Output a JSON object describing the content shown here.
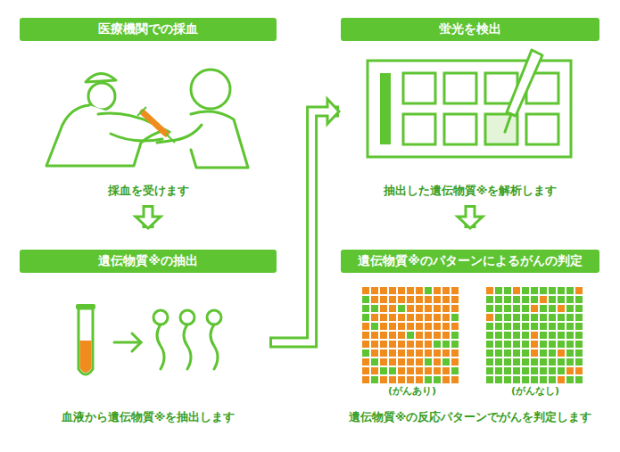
{
  "diagram": {
    "nodes": [
      {
        "text": [
          "医療機関での採血",
          "採血を受けます"
        ]
      },
      {
        "text": [
          "遺伝物質※の抽出",
          "血液から遺伝物質※を抽出します"
        ]
      },
      {
        "text": [
          "蛍光を検出",
          "抽出した遺伝物質※を解析します"
        ]
      },
      {
        "text": [
          "遺伝物質※のパターンによるがんの判定",
          "遺伝物質※の反応パターンでがんを判定します"
        ]
      }
    ],
    "edges": [
      {
        "from": 0,
        "to": 1,
        "arrow": "to"
      },
      {
        "from": 1,
        "to": 2,
        "arrow": "to"
      },
      {
        "from": 2,
        "to": 3,
        "arrow": "to"
      }
    ],
    "labels": [
      "(がんあり)",
      "(がんなし)"
    ]
  }
}
